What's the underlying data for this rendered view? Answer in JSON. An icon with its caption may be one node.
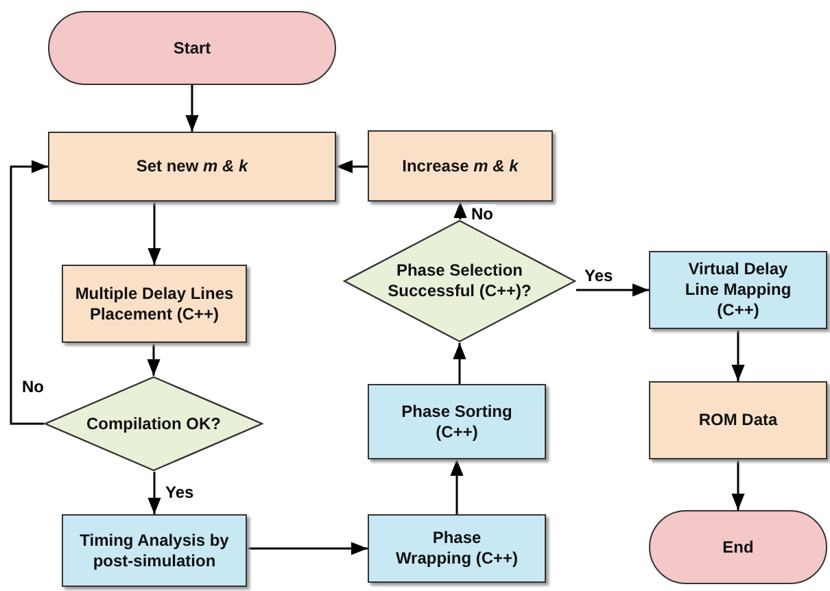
{
  "diagram": {
    "nodes": [
      {
        "text": [
          "Start"
        ]
      },
      {
        "text": [
          "Set new *m & k*"
        ]
      },
      {
        "text": [
          "Increase *m & k*"
        ]
      },
      {
        "text": [
          "Multiple Delay Lines Placement (C++)"
        ]
      },
      {
        "text": [
          "Phase Selection Successful (C++)?"
        ]
      },
      {
        "text": [
          "Virtual Delay Line Mapping (C++)"
        ]
      },
      {
        "text": [
          "Compilation OK?"
        ]
      },
      {
        "text": [
          "Phase Sorting (C++)"
        ]
      },
      {
        "text": [
          "ROM Data"
        ]
      },
      {
        "text": [
          "Timing Analysis by post-simulation"
        ]
      },
      {
        "text": [
          "Phase Wrapping (C++)"
        ]
      },
      {
        "text": [
          "End"
        ]
      }
    ],
    "edges": [
      {
        "from": 0,
        "to": 1,
        "arrow": "to"
      },
      {
        "from": 1,
        "to": 3,
        "arrow": "to"
      },
      {
        "from": 3,
        "to": 6,
        "arrow": "to"
      },
      {
        "from": 6,
        "to": 9,
        "arrow": "to",
        "label": "Yes"
      },
      {
        "from": 6,
        "to": 1,
        "arrow": "to",
        "label": "No"
      },
      {
        "from": 9,
        "to": 10,
        "arrow": "to"
      },
      {
        "from": 10,
        "to": 7,
        "arrow": "to"
      },
      {
        "from": 7,
        "to": 4,
        "arrow": "to"
      },
      {
        "from": 4,
        "to": 5,
        "arrow": "to",
        "label": "Yes"
      },
      {
        "from": 4,
        "to": 2,
        "arrow": "to",
        "label": "No"
      },
      {
        "from": 2,
        "to": 1,
        "arrow": "to"
      },
      {
        "from": 5,
        "to": 8,
        "arrow": "to"
      },
      {
        "from": 8,
        "to": 11,
        "arrow": "to"
      }
    ]
  }
}
